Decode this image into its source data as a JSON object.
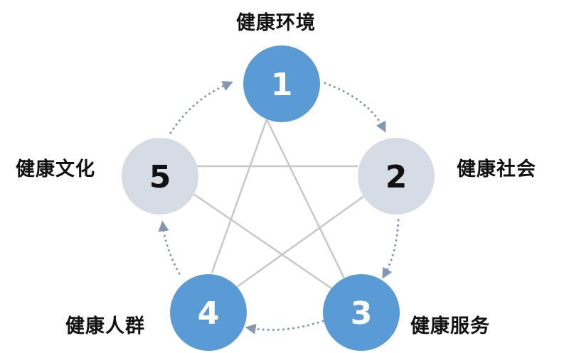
{
  "diagram": {
    "colors": {
      "blue_node": "#5b9bd5",
      "grey_node": "#d6dce5",
      "connector_line": "#c8c8c8",
      "arrow_dots": "#8497b0",
      "label_text": "#111111"
    },
    "nodes": [
      {
        "number": "1",
        "label": "健康环境",
        "style": "blue"
      },
      {
        "number": "2",
        "label": "健康社会",
        "style": "grey"
      },
      {
        "number": "3",
        "label": "健康服务",
        "style": "blue"
      },
      {
        "number": "4",
        "label": "健康人群",
        "style": "blue"
      },
      {
        "number": "5",
        "label": "健康文化",
        "style": "grey"
      }
    ],
    "cycle_direction": "clockwise",
    "star_connections": [
      [
        "1",
        "3"
      ],
      [
        "1",
        "4"
      ],
      [
        "2",
        "4"
      ],
      [
        "2",
        "5"
      ],
      [
        "3",
        "5"
      ]
    ]
  }
}
